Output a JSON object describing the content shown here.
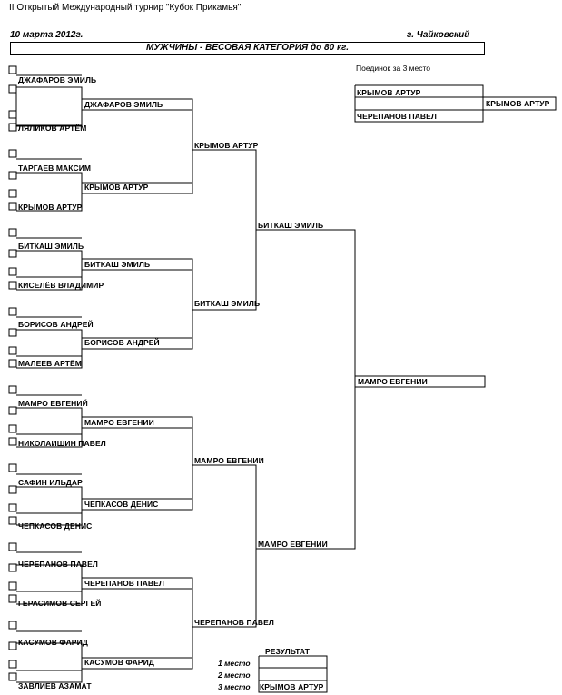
{
  "header": {
    "title": "II Открытый Международный турнир \"Кубок Прикамья\"",
    "date": "10 марта 2012г.",
    "city": "г. Чайковский",
    "category": "МУЖЧИНЫ - ВЕСОВАЯ КАТЕГОРИЯ   до 80  кг."
  },
  "round1": [
    "ДЖАФАРОВ ЭМИЛЬ",
    "ЛЯЛИКОВ АРТЁМ",
    "ТАРГАЕВ МАКСИМ",
    "КРЫМОВ АРТУР",
    "БИТКАШ ЭМИЛЬ",
    "КИСЕЛЁВ ВЛАДИМИР",
    "БОРИСОВ АНДРЕЙ",
    "МАЛЕЕВ АРТЁМ",
    "МАМРО ЕВГЕНИЙ",
    "НИКОЛАИШИН ПАВЕЛ",
    "САФИН ИЛЬДАР",
    "ЧЕПКАСОВ ДЕНИС",
    "ЧЕРЕПАНОВ ПАВЕЛ",
    "ГЕРАСИМОВ СЕРГЕЙ",
    "КАСУМОВ ФАРИД",
    "ЗАВЛИЕВ АЗАМАТ"
  ],
  "round2": [
    "ДЖАФАРОВ ЭМИЛЬ",
    "КРЫМОВ АРТУР",
    "БИТКАШ ЭМИЛЬ",
    "БОРИСОВ АНДРЕЙ",
    "МАМРО ЕВГЕНИИ",
    "ЧЕПКАСОВ ДЕНИС",
    "ЧЕРЕПАНОВ ПАВЕЛ",
    "КАСУМОВ ФАРИД"
  ],
  "round3": [
    "КРЫМОВ АРТУР",
    "БИТКАШ ЭМИЛЬ",
    "МАМРО ЕВГЕНИИ",
    "ЧЕРЕПАНОВ ПАВЕЛ"
  ],
  "round4": [
    "БИТКАШ ЭМИЛЬ",
    "МАМРО ЕВГЕНИИ"
  ],
  "final": "МАМРО ЕВГЕНИИ",
  "third_place": {
    "title": "Поединок за 3 место",
    "fighter_a": "КРЫМОВ АРТУР",
    "fighter_b": "ЧЕРЕПАНОВ ПАВЕЛ",
    "winner": "КРЫМОВ АРТУР"
  },
  "results": {
    "title": "РЕЗУЛЬТАТ",
    "place1_label": "1 место",
    "place2_label": "2 место",
    "place3_label": "3 место",
    "place1": "",
    "place2": "",
    "place3": "КРЫМОВ АРТУР"
  }
}
